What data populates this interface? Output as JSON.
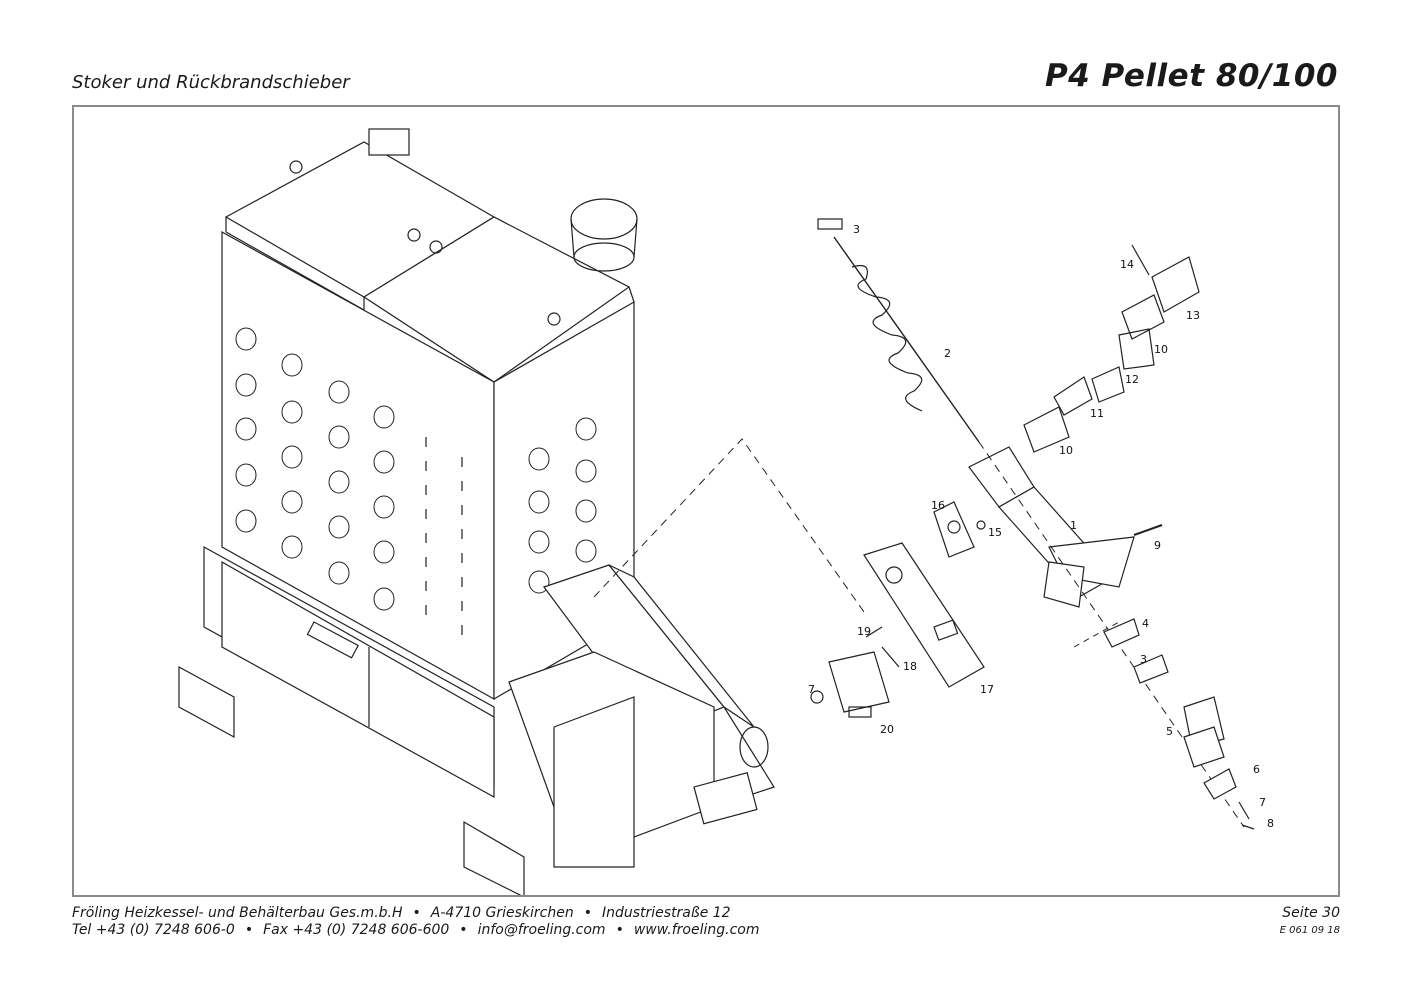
{
  "header": {
    "subtitle": "Stoker und Rückbrandschieber",
    "title": "P4 Pellet 80/100"
  },
  "diagram": {
    "callouts": [
      "1",
      "2",
      "3",
      "3",
      "4",
      "5",
      "6",
      "7",
      "7",
      "8",
      "9",
      "10",
      "10",
      "11",
      "12",
      "13",
      "14",
      "15",
      "16",
      "17",
      "18",
      "19",
      "20"
    ]
  },
  "footer": {
    "company": "Fröling Heizkessel- und Behälterbau Ges.m.b.H",
    "city": "A-4710 Grieskirchen",
    "street": "Industriestraße 12",
    "tel": "Tel +43 (0) 7248 606-0",
    "fax": "Fax +43 (0) 7248 606-600",
    "email": "info@froeling.com",
    "web": "www.froeling.com",
    "page": "Seite 30",
    "doc_code": "E 061 09 18"
  }
}
